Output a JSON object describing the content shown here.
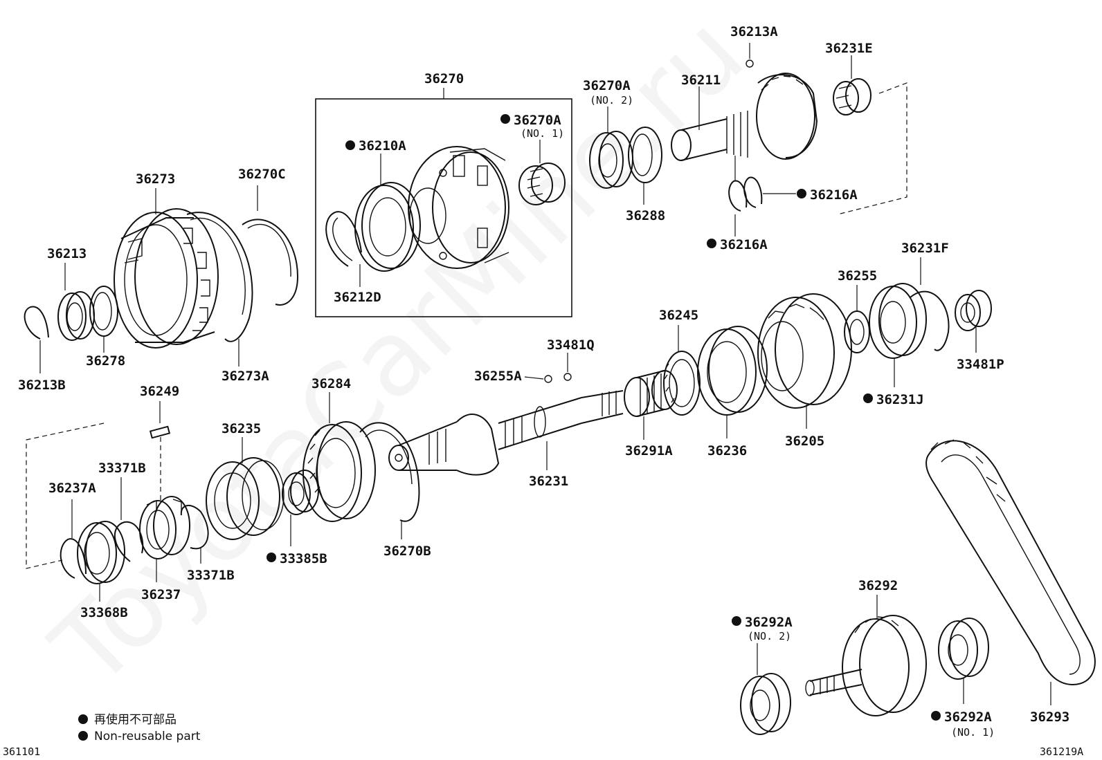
{
  "watermark": "ToyotaCarMine.ru",
  "group_label": "36270",
  "callouts": {
    "c36213A": "36213A",
    "c36231E": "36231E",
    "c36270A_2": "36270A",
    "c36270A_2_sub": "(NO. 2)",
    "c36211": "36211",
    "c36270A_1": "36270A",
    "c36270A_1_sub": "(NO. 1)",
    "c36210A": "36210A",
    "c36288": "36288",
    "c36216A_r": "36216A",
    "c36216A_l": "36216A",
    "c36212D": "36212D",
    "c36273": "36273",
    "c36270C": "36270C",
    "c36213": "36213",
    "c36278": "36278",
    "c36213B": "36213B",
    "c36273A": "36273A",
    "c36231F": "36231F",
    "c36255": "36255",
    "c33481P": "33481P",
    "c36231J": "36231J",
    "c36245": "36245",
    "c33481Q": "33481Q",
    "c36255A": "36255A",
    "c36291A": "36291A",
    "c36236": "36236",
    "c36205": "36205",
    "c36231": "36231",
    "c36249": "36249",
    "c36284": "36284",
    "c36235": "36235",
    "c33371B_top": "33371B",
    "c36237A": "36237A",
    "c33371B_bot": "33371B",
    "c36237": "36237",
    "c33368B": "33368B",
    "c33385B": "33385B",
    "c36270B": "36270B",
    "c36292": "36292",
    "c36292A_2": "36292A",
    "c36292A_2_sub": "(NO. 2)",
    "c36292A_1": "36292A",
    "c36292A_1_sub": "(NO. 1)",
    "c36293": "36293"
  },
  "legend": {
    "line1": "再使用不可部品",
    "line2": "Non-reusable part"
  },
  "figure_codes": {
    "left": "361101",
    "right": "361219A"
  }
}
